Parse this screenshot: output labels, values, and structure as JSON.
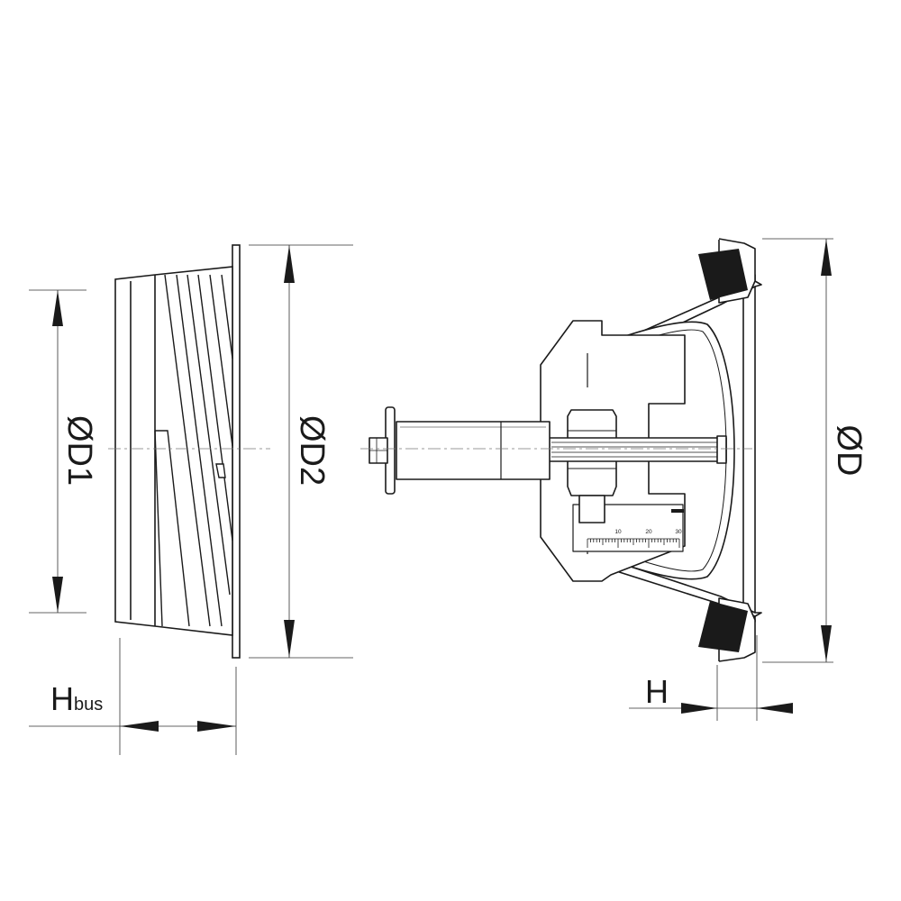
{
  "colors": {
    "line": "#1a1a1a",
    "thin": "#333333",
    "fill_dark": "#1a1a1a",
    "fill_light": "#ffffff",
    "centerline": "#777777"
  },
  "left_view": {
    "dim_d1": "ØD1",
    "dim_d2": "ØD2",
    "dim_hbus_main": "H",
    "dim_hbus_sub": "bus"
  },
  "right_view": {
    "dim_d": "ØD",
    "dim_h": "H",
    "scale_labels": [
      "10",
      "20",
      "30"
    ]
  }
}
